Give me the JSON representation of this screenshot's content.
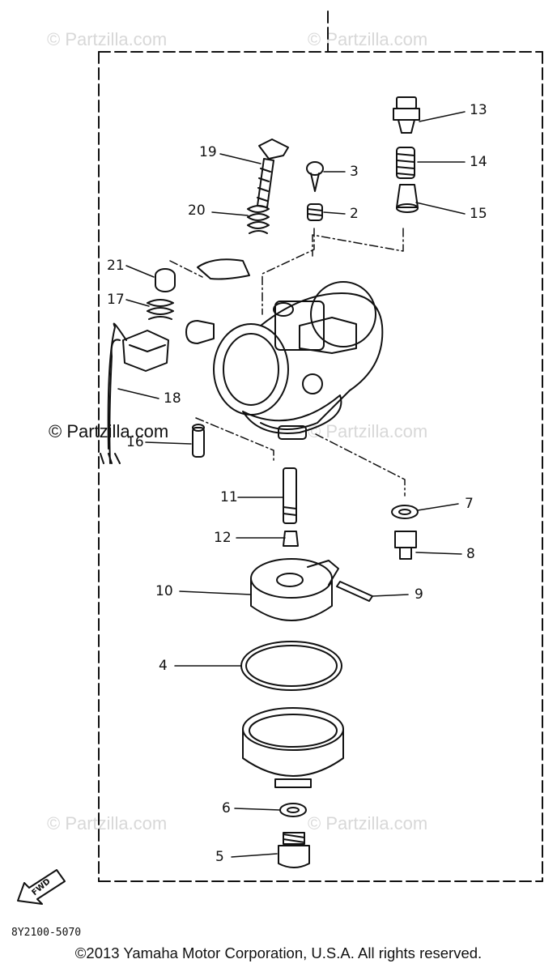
{
  "watermarks": {
    "top_left": "© Partzilla.com",
    "top_right": "© Partzilla.com",
    "middle_left": "© Partzilla.com",
    "middle_right": "© Partzilla.com",
    "bottom_left": "© Partzilla.com",
    "bottom_right": "© Partzilla.com"
  },
  "callouts": {
    "p2": "2",
    "p3": "3",
    "p4": "4",
    "p5": "5",
    "p6": "6",
    "p7": "7",
    "p8": "8",
    "p9": "9",
    "p10": "10",
    "p11": "11",
    "p12": "12",
    "p13": "13",
    "p14": "14",
    "p15": "15",
    "p16": "16",
    "p17": "17",
    "p18": "18",
    "p19": "19",
    "p20": "20",
    "p21": "21"
  },
  "fwd_label": "FWD",
  "diagram_code": "8Y2100-5070",
  "copyright": "©2013 Yamaha Motor Corporation, U.S.A. All rights reserved."
}
